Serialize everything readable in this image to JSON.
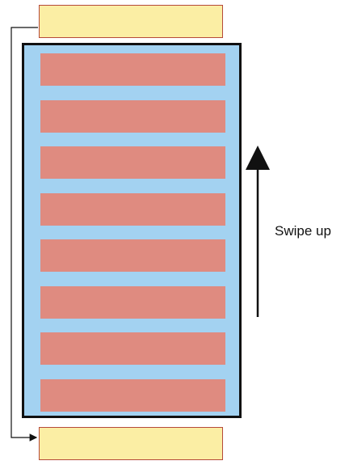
{
  "colors": {
    "recycled_item": "#fbeea4",
    "item_row": "#df8b80",
    "viewport_background": "#a3d2f1",
    "viewport_border": "#111111",
    "arrow": "#111111"
  },
  "rows": [
    {
      "id": 1
    },
    {
      "id": 2
    },
    {
      "id": 3
    },
    {
      "id": 4
    },
    {
      "id": 5
    },
    {
      "id": 6
    },
    {
      "id": 7
    },
    {
      "id": 8
    }
  ],
  "gesture_label": "Swipe up"
}
